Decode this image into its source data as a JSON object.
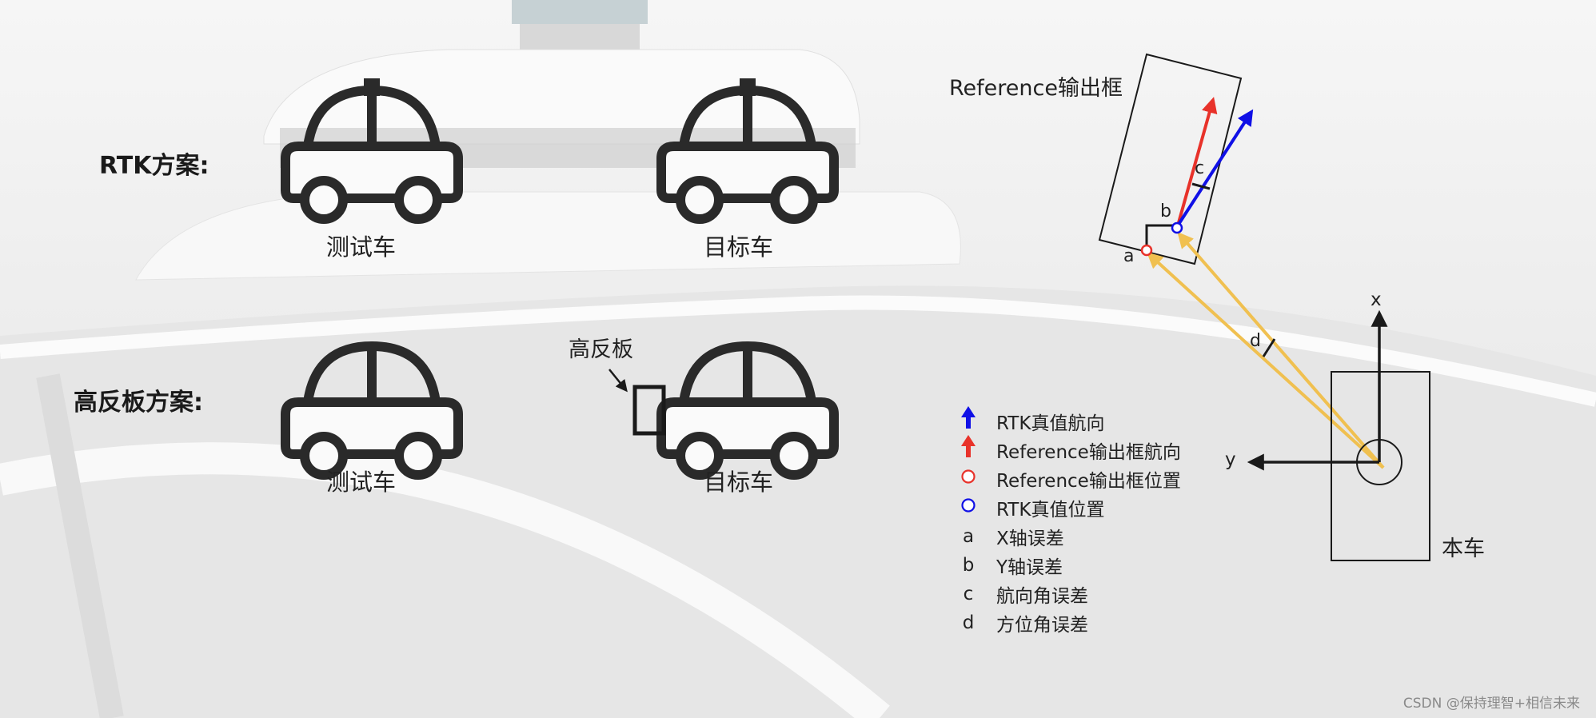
{
  "rows": {
    "rtk": {
      "title": "RTK方案:",
      "test_car": "测试车",
      "target_car": "目标车"
    },
    "reflector": {
      "title": "高反板方案:",
      "test_car": "测试车",
      "target_car": "目标车",
      "board_label": "高反板"
    }
  },
  "diagram": {
    "ref_box_label": "Reference输出框",
    "ego_label": "本车",
    "axis_x": "x",
    "axis_y": "y",
    "point_a": "a",
    "point_b": "b",
    "angle_c": "c",
    "angle_d": "d",
    "colors": {
      "rtk": "#1010e6",
      "reference": "#e8322a",
      "ray": "#f0c050",
      "line": "#1a1a1a"
    }
  },
  "legend": [
    {
      "symbol": "blue-arrow-icon",
      "text": "RTK真值航向"
    },
    {
      "symbol": "red-arrow-icon",
      "text": "Reference输出框航向"
    },
    {
      "symbol": "red-circle-icon",
      "text": "Reference输出框位置"
    },
    {
      "symbol": "blue-circle-icon",
      "text": "RTK真值位置"
    },
    {
      "symbol": "a",
      "text": "X轴误差"
    },
    {
      "symbol": "b",
      "text": "Y轴误差"
    },
    {
      "symbol": "c",
      "text": "航向角误差"
    },
    {
      "symbol": "d",
      "text": "方位角误差"
    }
  ],
  "watermark": "CSDN @保持理智+相信未来"
}
